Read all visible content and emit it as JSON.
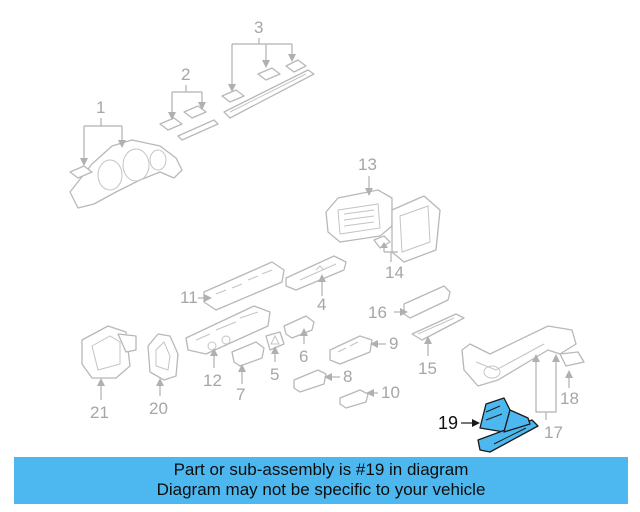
{
  "callouts": {
    "c1": "1",
    "c2": "2",
    "c3": "3",
    "c4": "4",
    "c5": "5",
    "c6": "6",
    "c7": "7",
    "c8": "8",
    "c9": "9",
    "c10": "10",
    "c11": "11",
    "c12": "12",
    "c13": "13",
    "c14": "14",
    "c15": "15",
    "c16": "16",
    "c17": "17",
    "c18": "18",
    "c19": "19",
    "c20": "20",
    "c21": "21"
  },
  "highlighted_part": "19",
  "banner": {
    "line1": "Part or sub-assembly is #19 in diagram",
    "line2": "Diagram may not be specific to your vehicle"
  },
  "colors": {
    "highlight": "#4db8ef",
    "banner_bg": "#4db8ef",
    "line_art": "#b8b8b8"
  }
}
